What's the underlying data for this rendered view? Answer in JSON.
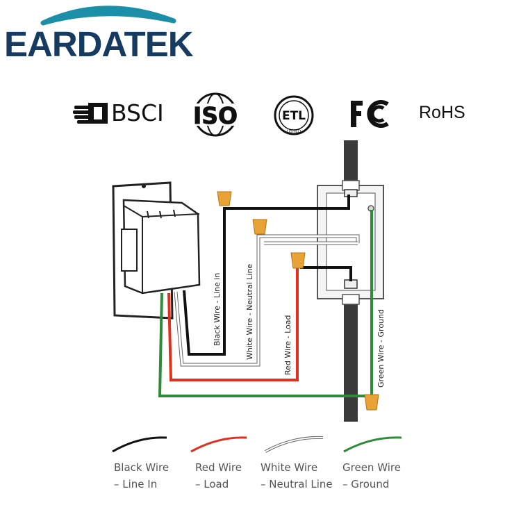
{
  "brand": {
    "name": "EARDATEK",
    "color": "#173a60",
    "swoosh_color": "#1b8fa8"
  },
  "certifications": [
    {
      "label": "BSCI",
      "icon": "hand-icon"
    },
    {
      "label": "ISO",
      "icon": "globe-icon"
    },
    {
      "label": "ETL",
      "sublabel": "LISTED",
      "icon": "etl-icon"
    },
    {
      "label": "FC",
      "icon": "fcc-icon"
    },
    {
      "label": "RoHS",
      "icon": "rohs-text"
    }
  ],
  "diagram": {
    "wire_labels": {
      "black": "Black Wire - Line in",
      "white": "White Wire - Neutral Line",
      "red": "Red Wire - Load",
      "green": "Green Wire - Ground"
    },
    "colors": {
      "black": "#111111",
      "white": "#ffffff",
      "red": "#e1301e",
      "green": "#2e8b3a",
      "nut": "#e8a236",
      "conduit": "#3a3a3a"
    }
  },
  "legend": [
    {
      "line1": "Black Wire",
      "line2": "– Line In",
      "color": "#111111"
    },
    {
      "line1": "Red Wire",
      "line2": "– Load",
      "color": "#e1301e"
    },
    {
      "line1": "White Wire",
      "line2": "– Neutral Line",
      "color": "#ffffff"
    },
    {
      "line1": "Green Wire",
      "line2": "– Ground",
      "color": "#2e8b3a"
    }
  ]
}
